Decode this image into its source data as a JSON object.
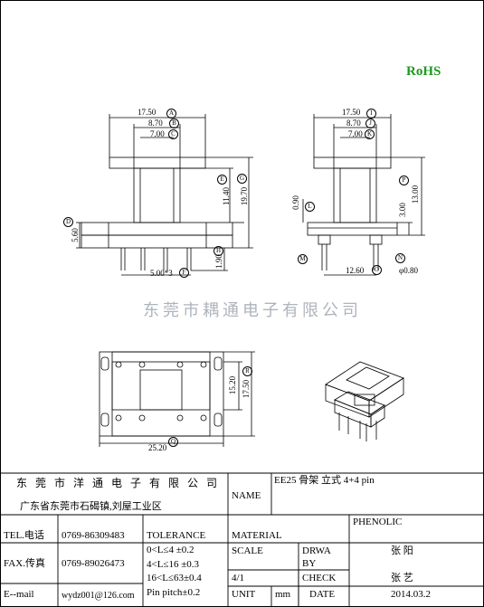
{
  "rohs": "RoHS",
  "watermark": "东莞市耦通电子有限公司",
  "dimensions": {
    "front": {
      "width_total": "17.50",
      "width_mid": "8.70",
      "width_inner": "7.00",
      "height_1": "11.40",
      "height_2": "19.70",
      "base": "5.60",
      "pin_len": "1.90",
      "pitch": "5.00*3"
    },
    "side": {
      "width_total": "17.50",
      "width_mid": "8.70",
      "width_inner": "7.00",
      "flange": "0.90",
      "h_small": "3.00",
      "h_total": "13.00",
      "pin_span": "12.60",
      "pin_dia": "φ0.80"
    },
    "bottom": {
      "depth_1": "15.20",
      "depth_2": "17.50",
      "length": "25.20"
    }
  },
  "callouts": [
    "A",
    "B",
    "C",
    "D",
    "E",
    "F",
    "G",
    "H",
    "I",
    "J",
    "K",
    "L",
    "M",
    "N",
    "O",
    "P",
    "Q",
    "R"
  ],
  "titleblock": {
    "company": "东 莞 市 洋 通 电 子 有 限 公 司",
    "address": "广东省东莞市石碣镇,刘屋工业区",
    "name_label": "NAME",
    "name_value": "EE25 骨架  立式  4+4 pin",
    "material_value": "PHENOLIC",
    "tel_label": "TEL.电话",
    "tel_value": "0769-86309483",
    "tolerance_label": "TOLERANCE",
    "material_label": "MATERIAL",
    "tol_1": "0<L≤4   ±0.2",
    "tol_2": "4<L≤16  ±0.3",
    "tol_3": "16<L≤63±0.4",
    "tol_4": "Pin pitch±0.2",
    "scale_label": "SCALE",
    "drawn_label_1": "DRWA",
    "drawn_label_2": "BY",
    "drawn_by": "张  阳",
    "fax_label": "FAX.传真",
    "fax_value": "0769-89026473",
    "scale_value": "4/1",
    "check_label": "CHECK",
    "check_by": "张  艺",
    "email_label": "E--mail",
    "email_value": "wydz001@126.com",
    "unit_label": "UNIT",
    "unit_value": "mm",
    "date_label": "DATE",
    "date_value": "2014.03.2"
  }
}
